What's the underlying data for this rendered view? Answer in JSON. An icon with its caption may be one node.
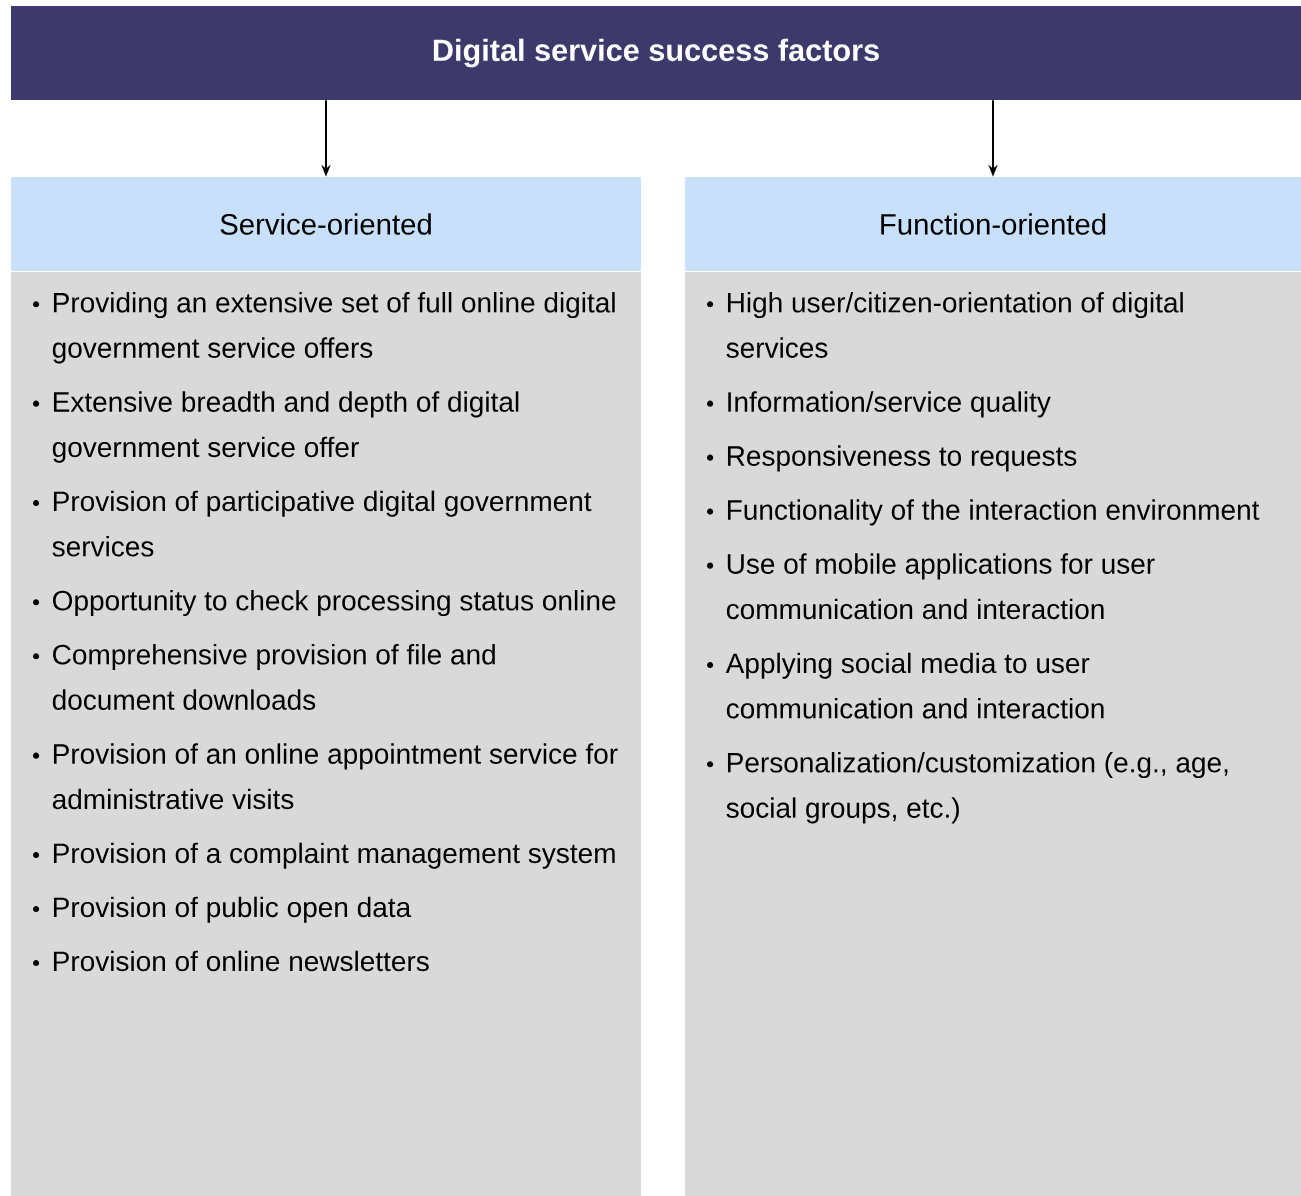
{
  "diagram": {
    "nodes": [
      {
        "text": [
          "Digital service success factors"
        ]
      },
      {
        "text": [
          "Service-oriented"
        ]
      },
      {
        "text": [
          "Providing an extensive set of full online digital government service offers",
          "Extensive breadth and depth of digital government service offer",
          "Provision of participative digital government services",
          "Opportunity to check processing status online",
          "Comprehensive provision of file and document downloads",
          "Provision of an online appointment service for administrative visits",
          "Provision of a complaint management system",
          "Provision of public open data",
          "Provision of online newsletters"
        ]
      },
      {
        "text": [
          "Function-oriented"
        ]
      },
      {
        "text": [
          "High user/citizen-orientation of digital services",
          "Information/service quality",
          "Responsiveness to requests",
          "Functionality of the interaction environment",
          "Use of mobile applications for user communication and interaction",
          "Applying social media to user communication and interaction",
          "Personalization/customization (e.g., age, social groups, etc.)"
        ]
      }
    ],
    "edges": [
      {
        "from": 0,
        "to": 1,
        "arrow": "to"
      },
      {
        "from": 0,
        "to": 3,
        "arrow": "to"
      }
    ]
  }
}
